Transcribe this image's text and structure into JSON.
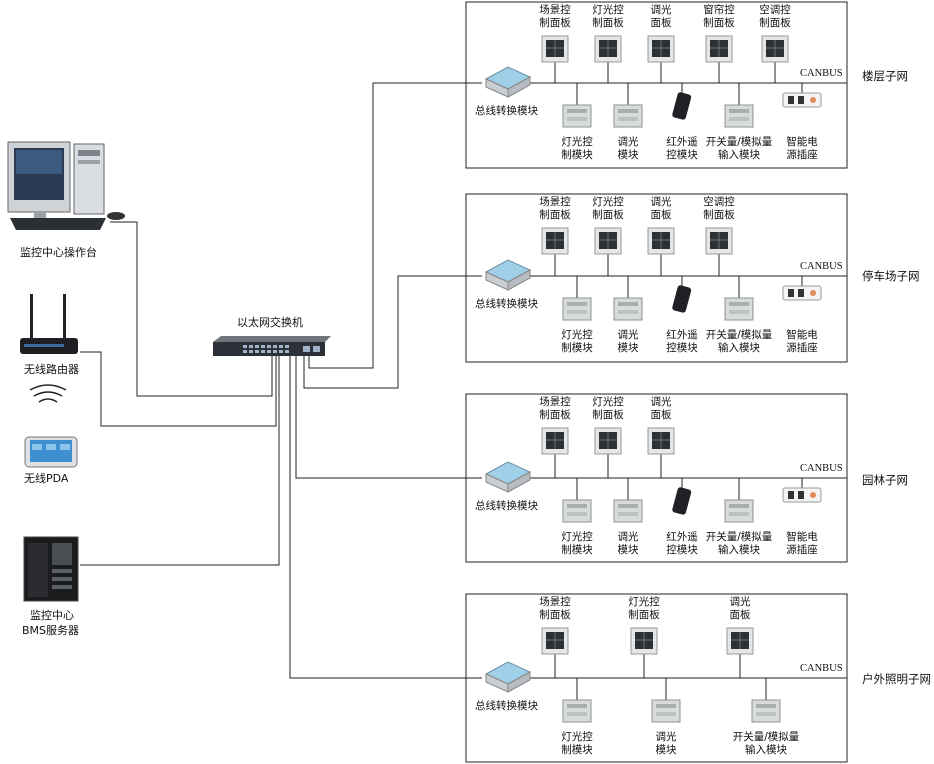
{
  "switch_label": "以太网交换机",
  "left": {
    "console": "监控中心操作台",
    "router": "无线路由器",
    "pda": "无线PDA",
    "server_line1": "监控中心",
    "server_line2": "BMS服务器"
  },
  "subnets": [
    {
      "name": "楼层子网",
      "bus": "CANBUS",
      "converter": "总线转换模块",
      "panels": [
        [
          "场景控",
          "制面板"
        ],
        [
          "灯光控",
          "制面板"
        ],
        [
          "调光",
          "面板"
        ],
        [
          "窗帘控",
          "制面板"
        ],
        [
          "空调控",
          "制面板"
        ]
      ],
      "modules": [
        [
          "灯光控",
          "制模块"
        ],
        [
          "调光",
          "模块"
        ],
        [
          "红外遥",
          "控模块"
        ],
        [
          "开关量/模拟量",
          "输入模块"
        ],
        [
          "智能电",
          "源插座"
        ]
      ]
    },
    {
      "name": "停车场子网",
      "bus": "CANBUS",
      "converter": "总线转换模块",
      "panels": [
        [
          "场景控",
          "制面板"
        ],
        [
          "灯光控",
          "制面板"
        ],
        [
          "调光",
          "面板"
        ],
        [
          "空调控",
          "制面板"
        ]
      ],
      "modules": [
        [
          "灯光控",
          "制模块"
        ],
        [
          "调光",
          "模块"
        ],
        [
          "红外遥",
          "控模块"
        ],
        [
          "开关量/模拟量",
          "输入模块"
        ],
        [
          "智能电",
          "源插座"
        ]
      ]
    },
    {
      "name": "园林子网",
      "bus": "CANBUS",
      "converter": "总线转换模块",
      "panels": [
        [
          "场景控",
          "制面板"
        ],
        [
          "灯光控",
          "制面板"
        ],
        [
          "调光",
          "面板"
        ]
      ],
      "modules": [
        [
          "灯光控",
          "制模块"
        ],
        [
          "调光",
          "模块"
        ],
        [
          "红外遥",
          "控模块"
        ],
        [
          "开关量/模拟量",
          "输入模块"
        ],
        [
          "智能电",
          "源插座"
        ]
      ]
    },
    {
      "name": "户外照明子网",
      "bus": "CANBUS",
      "converter": "总线转换模块",
      "panels": [
        [
          "场景控",
          "制面板"
        ],
        [
          "灯光控",
          "制面板"
        ],
        [
          "调光",
          "面板"
        ]
      ],
      "modules": [
        [
          "灯光控",
          "制模块"
        ],
        [
          "调光",
          "模块"
        ],
        [
          "开关量/模拟量",
          "输入模块"
        ]
      ]
    }
  ]
}
